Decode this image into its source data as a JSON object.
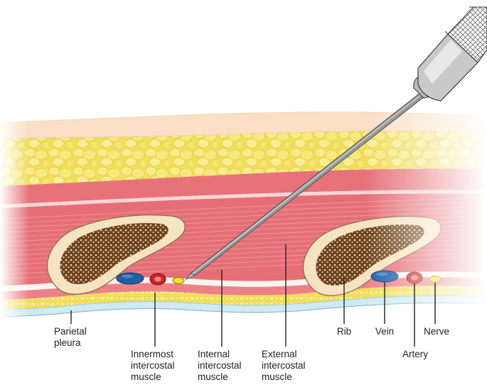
{
  "figure": {
    "labels": {
      "parietal_pleura": "Parietal\npleura",
      "innermost_intercostal": "Innermost\nintercostal\nmuscle",
      "internal_intercostal": "Internal\nintercostal\nmuscle",
      "external_intercostal": "External\nintercostal\nmuscle",
      "rib": "Rib",
      "vein": "Vein",
      "artery": "Artery",
      "nerve": "Nerve"
    },
    "colors": {
      "skin": "#f9dfc4",
      "fat": "#f4e46a",
      "muscle": "#e8727a",
      "bone": "#f6e3c2",
      "marrow": "#8a5a2e",
      "vein": "#1f5fa8",
      "artery": "#d21f2a",
      "nerve": "#f2e02a",
      "pleura": "#bfe3f2"
    }
  }
}
